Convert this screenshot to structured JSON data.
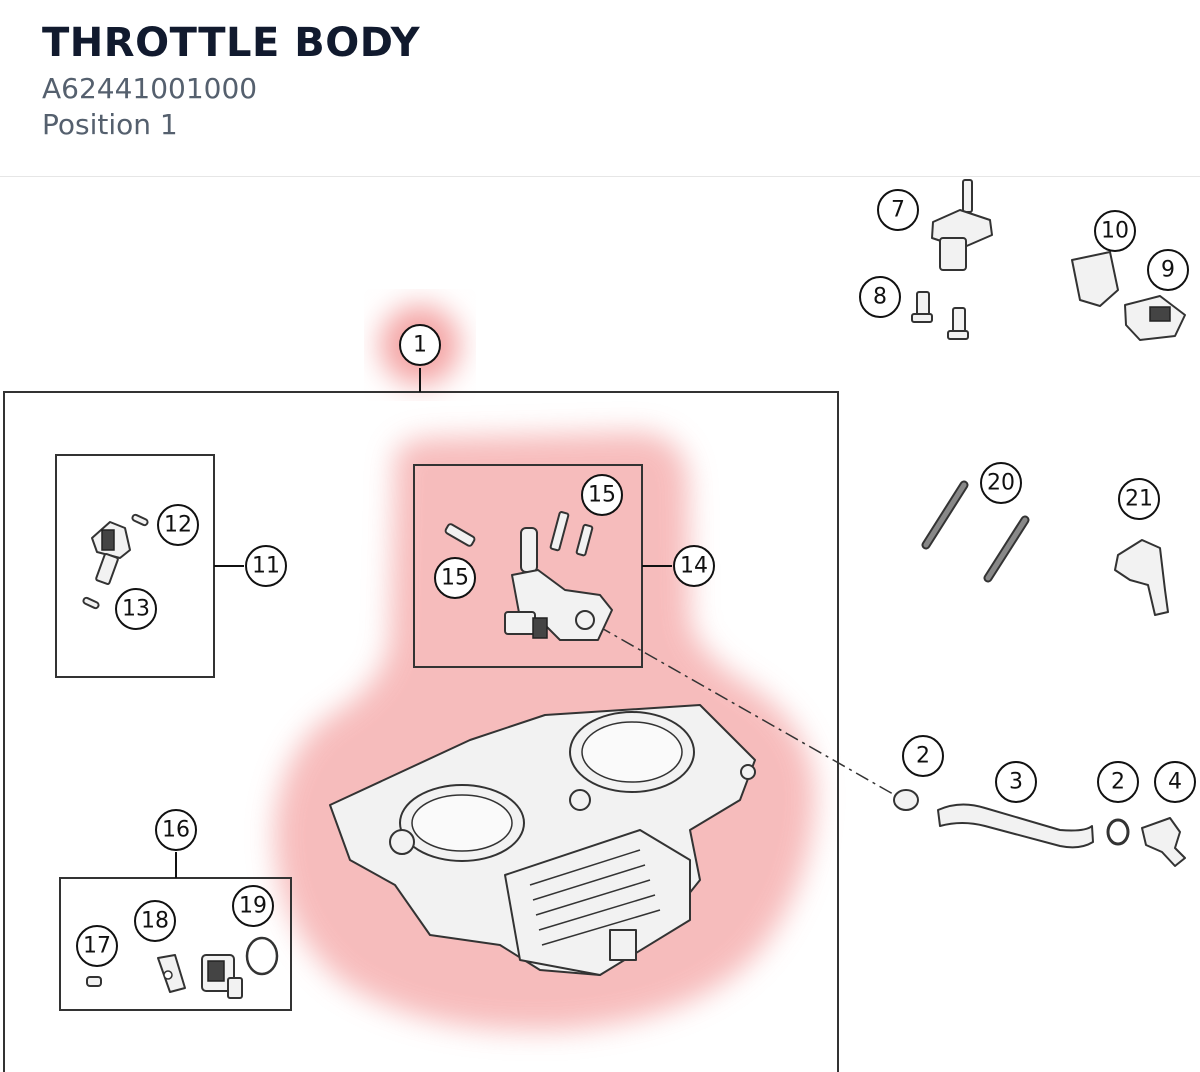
{
  "header": {
    "title": "THROTTLE BODY",
    "code": "A62441001000",
    "position": "Position 1"
  },
  "diagram": {
    "highlight_color": "#f4a6a6",
    "callouts": {
      "c1": "1",
      "c2a": "2",
      "c2b": "2",
      "c3": "3",
      "c4": "4",
      "c7": "7",
      "c8": "8",
      "c9": "9",
      "c10": "10",
      "c11": "11",
      "c12": "12",
      "c13": "13",
      "c14": "14",
      "c15a": "15",
      "c15b": "15",
      "c16": "16",
      "c17": "17",
      "c18": "18",
      "c19": "19",
      "c20": "20",
      "c21": "21"
    }
  }
}
